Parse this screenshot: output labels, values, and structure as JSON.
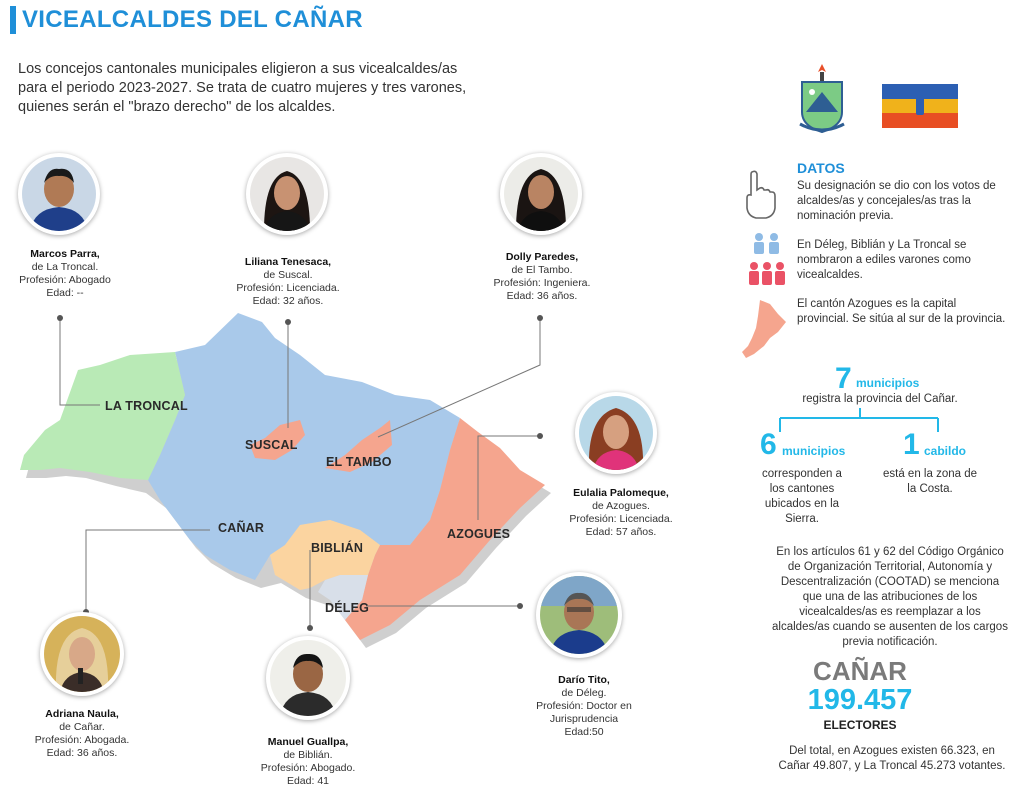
{
  "title": "VICEALCALDES DEL CAÑAR",
  "intro": "Los concejos cantonales municipales eligieron a sus vicealcaldes/as para el periodo 2023-2027. Se trata de cuatro mujeres y tres varones, quienes serán el \"brazo derecho\" de los alcaldes.",
  "colors": {
    "accent": "#1f8fd8",
    "cyan": "#22b8e8",
    "map_blue": "#a9c9ea",
    "map_green": "#b9eab6",
    "map_salmon": "#f5a58e",
    "map_peach": "#fbd4a0",
    "map_grey": "#d8dfe9"
  },
  "regions": {
    "la_troncal": "LA TRONCAL",
    "suscal": "SUSCAL",
    "el_tambo": "EL TAMBO",
    "canar": "CAÑAR",
    "biblian": "BIBLIÁN",
    "azogues": "AZOGUES",
    "deleg": "DÉLEG"
  },
  "people": {
    "marcos": {
      "name": "Marcos Parra,",
      "canton": "de La Troncal.",
      "prof": "Profesión: Abogado",
      "age": "Edad: --"
    },
    "liliana": {
      "name": "Liliana Tenesaca,",
      "canton": "de Suscal.",
      "prof": "Profesión: Licenciada.",
      "age": "Edad: 32 años."
    },
    "dolly": {
      "name": "Dolly Paredes,",
      "canton": "de El Tambo.",
      "prof": "Profesión: Ingeniera.",
      "age": "Edad: 36 años."
    },
    "eulalia": {
      "name": "Eulalia Palomeque,",
      "canton": "de Azogues.",
      "prof": "Profesión: Licenciada.",
      "age": "Edad: 57 años."
    },
    "adriana": {
      "name": "Adriana Naula,",
      "canton": "de Cañar.",
      "prof": "Profesión: Abogada.",
      "age": "Edad: 36 años."
    },
    "manuel": {
      "name": "Manuel Guallpa,",
      "canton": "de Biblián.",
      "prof": "Profesión: Abogado.",
      "age": "Edad: 41"
    },
    "dario": {
      "name": "Darío Tito,",
      "canton": "de Déleg.",
      "prof1": "Profesión: Doctor en",
      "prof2": "Jurisprudencia",
      "age": "Edad:50"
    }
  },
  "datos": {
    "title": "DATOS",
    "item1": "Su designación se dio con los votos de alcaldes/as y concejales/as tras la nominación previa.",
    "item2": "En Déleg, Biblián y La Troncal se nombraron a ediles varones como vicealcaldes.",
    "item3": "El cantón Azogues es la capital provincial. Se sitúa al sur de la provincia."
  },
  "stats": {
    "n7": "7",
    "n7_label": "municipios",
    "n7_sub": "registra la provincia del Cañar.",
    "n6": "6",
    "n6_label": "municipios",
    "n6_sub": "corresponden a los cantones ubicados en la Sierra.",
    "n1": "1",
    "n1_label": "cabildo",
    "n1_sub": "está en la zona de la Costa."
  },
  "cootad": "En los artículos 61 y 62 del Código Orgánico de Organización Territorial, Autonomía y Descentralización (COOTAD) se menciona que una de las atribuciones de los vicealcaldes/as es reemplazar a los alcaldes/as cuando se ausenten de los cargos previa notificación.",
  "electores": {
    "province": "CAÑAR",
    "number": "199.457",
    "label": "ELECTORES",
    "detail": "Del total, en Azogues existen 66.323, en Cañar 49.807, y La Troncal 45.273 votantes."
  }
}
